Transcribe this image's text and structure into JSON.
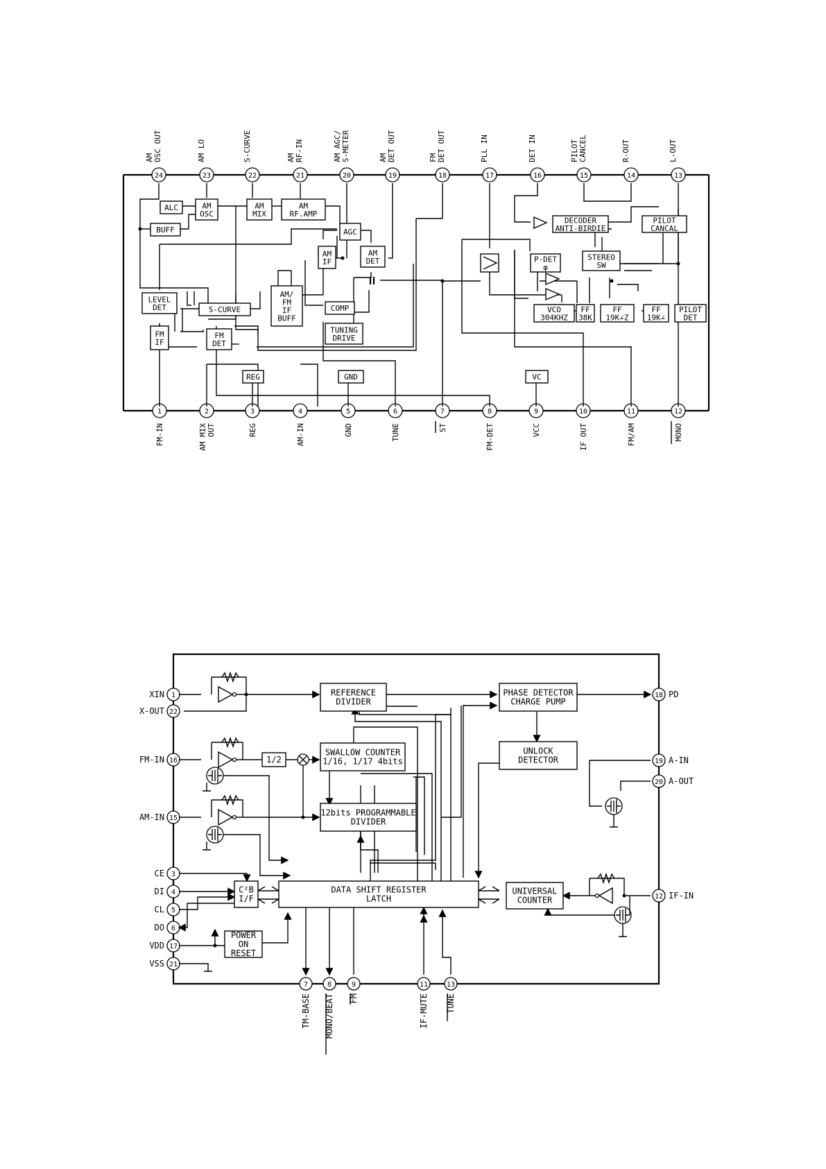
{
  "diagram1": {
    "top_pins": [
      {
        "num": "24",
        "label": [
          "AM",
          "OSC OUT"
        ]
      },
      {
        "num": "23",
        "label": [
          "AM LO"
        ]
      },
      {
        "num": "22",
        "label": [
          "S-CURVE"
        ]
      },
      {
        "num": "21",
        "label": [
          "AM",
          "RF-IN"
        ]
      },
      {
        "num": "20",
        "label": [
          "AM AGC/",
          "S-METER"
        ]
      },
      {
        "num": "19",
        "label": [
          "AM",
          "DET OUT"
        ]
      },
      {
        "num": "18",
        "label": [
          "FM",
          "DET OUT"
        ]
      },
      {
        "num": "17",
        "label": [
          "PLL IN"
        ]
      },
      {
        "num": "16",
        "label": [
          "DET IN"
        ]
      },
      {
        "num": "15",
        "label": [
          "PILOT",
          "CANCEL"
        ]
      },
      {
        "num": "14",
        "label": [
          "R-OUT"
        ]
      },
      {
        "num": "13",
        "label": [
          "L-OUT"
        ]
      }
    ],
    "bottom_pins": [
      {
        "num": "1",
        "label": [
          "FM-IN"
        ]
      },
      {
        "num": "2",
        "label": [
          "AM MIX",
          "OUT"
        ]
      },
      {
        "num": "3",
        "label": [
          "REG"
        ]
      },
      {
        "num": "4",
        "label": [
          "AM-IN"
        ]
      },
      {
        "num": "5",
        "label": [
          "GND"
        ]
      },
      {
        "num": "6",
        "label": [
          "TUNE"
        ]
      },
      {
        "num": "7",
        "label": [
          "ST"
        ]
      },
      {
        "num": "8",
        "label": [
          "FM-DET"
        ]
      },
      {
        "num": "9",
        "label": [
          "VCC"
        ]
      },
      {
        "num": "10",
        "label": [
          "IF OUT"
        ]
      },
      {
        "num": "11",
        "label": [
          "FM/AM"
        ]
      },
      {
        "num": "12",
        "label": [
          "MONO"
        ]
      }
    ],
    "blocks": {
      "alc": [
        "ALC"
      ],
      "am_osc": [
        "AM",
        "OSC"
      ],
      "buff": [
        "BUFF"
      ],
      "am_mix": [
        "AM",
        "MIX"
      ],
      "am_rf_amp": [
        "AM",
        "RF.AMP"
      ],
      "agc": [
        "AGC"
      ],
      "am_if": [
        "AM",
        "IF"
      ],
      "am_det": [
        "AM",
        "DET"
      ],
      "decoder": [
        "DECODER",
        "ANTI-BIRDIE"
      ],
      "pilot_cancel": [
        "PILOT",
        "CANCAL"
      ],
      "p_det": [
        "P-DET",
        "φ"
      ],
      "stereo_sw": [
        "STEREO",
        "SW"
      ],
      "level_det": [
        "LEVEL",
        "DET"
      ],
      "s_curve": [
        "S-CURVE"
      ],
      "am_fm_if_buff": [
        "AM/",
        "FM",
        "IF",
        "BUFF"
      ],
      "comp": [
        "COMP"
      ],
      "fm_if": [
        "FM",
        "IF"
      ],
      "fm_det": [
        "FM",
        "DET"
      ],
      "tuning_drive": [
        "TUNING",
        "DRIVE"
      ],
      "vco": [
        "VCO",
        "304KHZ"
      ],
      "ff_38k": [
        "FF",
        "38K"
      ],
      "ff_19k_a": [
        "FF",
        "19K∠Z"
      ],
      "ff_19k_b": [
        "FF",
        "19K∠"
      ],
      "pilot_det": [
        "PILOT",
        "DET"
      ],
      "reg": [
        "REG"
      ],
      "gnd": [
        "GND"
      ],
      "vc": [
        "VC"
      ]
    }
  },
  "diagram2": {
    "left_pins": [
      {
        "num": "1",
        "label": "XIN"
      },
      {
        "num": "22",
        "label": "X-OUT"
      },
      {
        "num": "16",
        "label": "FM-IN"
      },
      {
        "num": "15",
        "label": "AM-IN"
      },
      {
        "num": "3",
        "label": "CE"
      },
      {
        "num": "4",
        "label": "DI"
      },
      {
        "num": "5",
        "label": "CL"
      },
      {
        "num": "6",
        "label": "DO"
      },
      {
        "num": "17",
        "label": "VDD"
      },
      {
        "num": "21",
        "label": "VSS"
      }
    ],
    "right_pins": [
      {
        "num": "18",
        "label": "PD"
      },
      {
        "num": "19",
        "label": "A-IN"
      },
      {
        "num": "20",
        "label": "A-OUT"
      },
      {
        "num": "12",
        "label": "IF-IN"
      }
    ],
    "bottom_pins": [
      {
        "num": "7",
        "label": "TM-BASE"
      },
      {
        "num": "8",
        "label": "MONO/BEAT"
      },
      {
        "num": "9",
        "label": "FM"
      },
      {
        "num": "11",
        "label": "IF-MUTE"
      },
      {
        "num": "13",
        "label": "TUNE"
      }
    ],
    "blocks": {
      "reference_divider": [
        "REFERENCE",
        "DIVIDER"
      ],
      "phase_detector": [
        "PHASE DETECTOR",
        "CHARGE PUMP"
      ],
      "unlock_detector": [
        "UNLOCK",
        "DETECTOR"
      ],
      "half_divider": [
        "1/2"
      ],
      "swallow_counter": [
        "SWALLOW COUNTER",
        "1/16, 1/17 4bits"
      ],
      "programmable_divider": [
        "12bits PROGRAMMABLE",
        "DIVIDER"
      ],
      "c2b_if": [
        "C²B",
        "I/F"
      ],
      "data_shift_register": [
        "DATA SHIFT REGISTER",
        "LATCH"
      ],
      "universal_counter": [
        "UNIVERSAL",
        "COUNTER"
      ],
      "power_on_reset": [
        "POWER",
        "ON",
        "RESET"
      ]
    }
  }
}
